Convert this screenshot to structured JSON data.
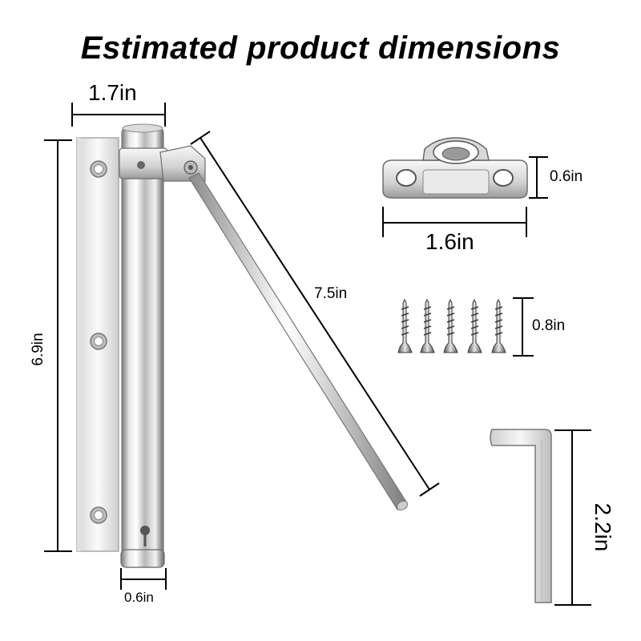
{
  "title": "Estimated product dimensions",
  "dimensions": {
    "width": "1.7in",
    "height": "6.9in",
    "arm_length": "7.5in",
    "base_width": "0.6in",
    "bracket_height": "0.6in",
    "bracket_width": "1.6in",
    "screw_length": "0.8in",
    "wrench_length": "2.2in"
  },
  "colors": {
    "metal_light": "#f4f4f4",
    "metal_mid": "#c9c9c9",
    "metal_dark": "#6e6e6e",
    "line": "#000000"
  },
  "icons": [
    "door-closer",
    "bracket",
    "screw",
    "hex-key"
  ]
}
